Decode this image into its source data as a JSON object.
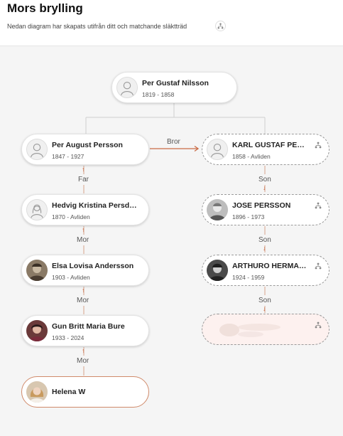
{
  "header": {
    "title": "Mors brylling",
    "subtitle": "Nedan diagram har skapats utifrån ditt och matchande släktträd"
  },
  "relations": {
    "bror": "Bror",
    "far": "Far",
    "mor": "Mor",
    "son": "Son"
  },
  "people": {
    "root": {
      "name": "Per Gustaf Nilsson",
      "dates": "1819 - 1858"
    },
    "left1": {
      "name": "Per August Persson",
      "dates": "1847 - 1927"
    },
    "left2": {
      "name": "Hedvig Kristina Persd…",
      "dates": "1870 - Avliden"
    },
    "left3": {
      "name": "Elsa Lovisa Andersson",
      "dates": "1903 - Avliden"
    },
    "left4": {
      "name": "Gun Britt Maria Bure",
      "dates": "1933 - 2024"
    },
    "left5": {
      "name": "Helena W"
    },
    "right1": {
      "name": "KARL GUSTAF PE…",
      "dates": "1858 - Avliden"
    },
    "right2": {
      "name": "JOSE PERSSON",
      "dates": "1896 - 1973"
    },
    "right3": {
      "name": "ARTHURO HERMA…",
      "dates": "1924 - 1959"
    }
  },
  "colors": {
    "accent": "#c96b45",
    "line": "#cccccc"
  }
}
